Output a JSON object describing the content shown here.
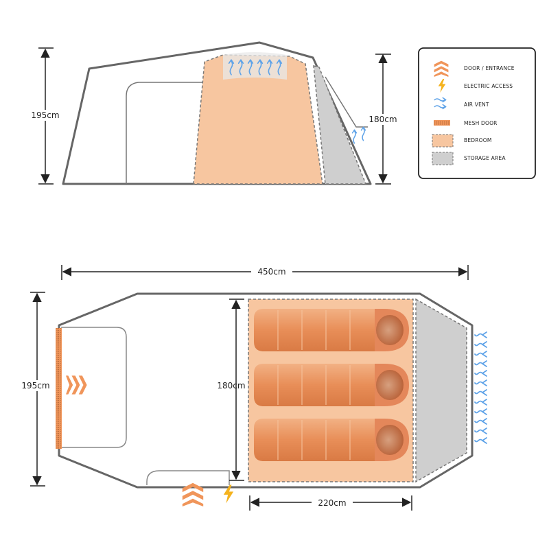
{
  "side_view": {
    "height_left": "195cm",
    "height_right": "180cm"
  },
  "floor_plan": {
    "length": "450cm",
    "width": "195cm",
    "bedroom_depth": "180cm",
    "bedroom_length": "220cm"
  },
  "legend": {
    "items": [
      {
        "icon": "door-entrance-icon",
        "label": "DOOR / ENTRANCE"
      },
      {
        "icon": "electric-access-icon",
        "label": "ELECTRIC ACCESS"
      },
      {
        "icon": "air-vent-icon",
        "label": "AIR VENT"
      },
      {
        "icon": "mesh-door-icon",
        "label": "MESH DOOR"
      },
      {
        "icon": "bedroom-swatch",
        "label": "BEDROOM"
      },
      {
        "icon": "storage-area-swatch",
        "label": "STORAGE AREA"
      }
    ]
  },
  "colors": {
    "outline": "#6b6b6b",
    "bedroom": "#f7c6a0",
    "storage": "#cfcfcf",
    "door": "#f0955a",
    "electric": "#f5b31e",
    "vent": "#5fa3e8",
    "sleeping_bag": "#e8935f"
  }
}
